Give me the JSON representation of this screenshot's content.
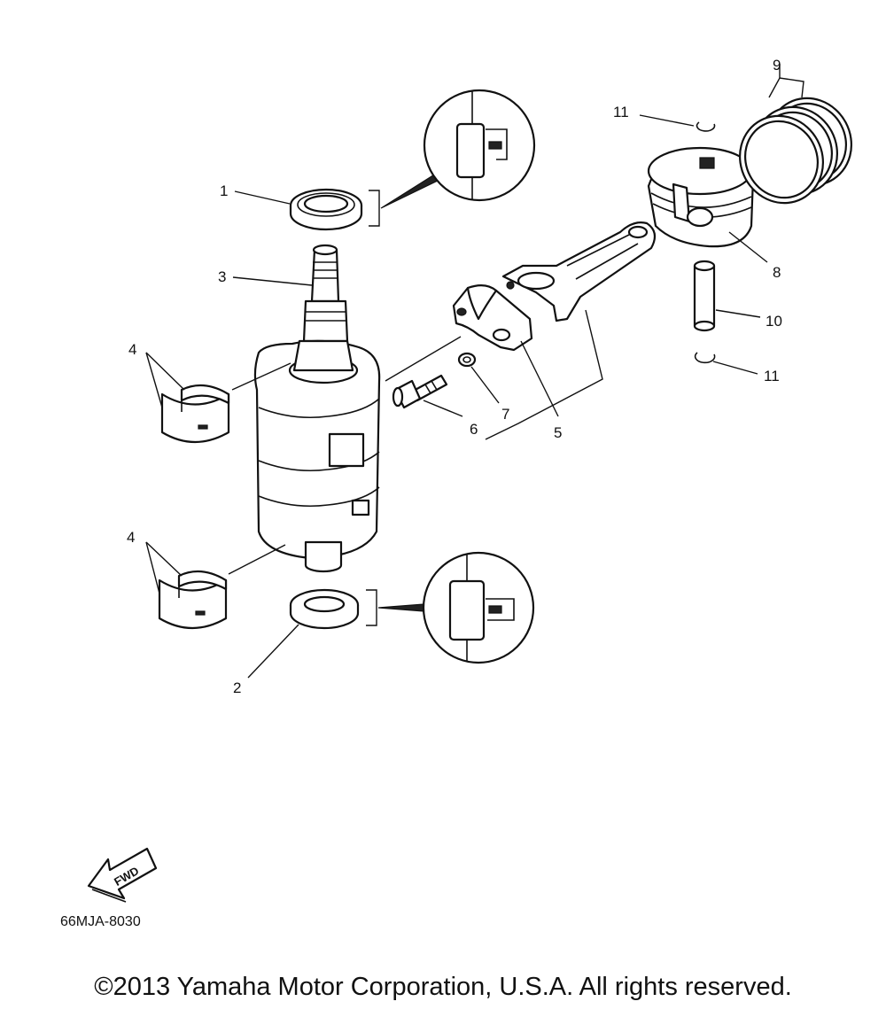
{
  "callouts": {
    "c1": "1",
    "c2": "2",
    "c3": "3",
    "c4a": "4",
    "c4b": "4",
    "c5": "5",
    "c6": "6",
    "c7": "7",
    "c8": "8",
    "c9": "9",
    "c10": "10",
    "c11a": "11",
    "c11b": "11"
  },
  "fwd_label": "FWD",
  "diagram_code": "66MJA-8030",
  "copyright": "©2013 Yamaha Motor Corporation, U.S.A. All rights reserved."
}
